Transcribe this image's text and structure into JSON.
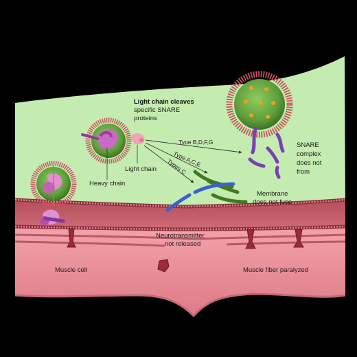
{
  "labels": {
    "title_line1": "Light chain cleaves",
    "title_line2": "specific SNARE",
    "title_line3": "proteins",
    "heavy_chain": "Heavy chain",
    "light_chain": "Light chain",
    "type_bdfg": "Type B,D,F,G",
    "type_ace": "Type A,C,E",
    "types_c": "Types C",
    "snare_line1": "SNARE",
    "snare_line2": "complex",
    "snare_line3": "does not",
    "snare_line4": "from",
    "membrane_line1": "Membrane",
    "membrane_line2": "does not fuse",
    "neuro_line1": "Neurotransmitter",
    "neuro_line2": "not released",
    "muscle_cell": "Muscle cell",
    "muscle_paralyzed": "Muscle fiber paralyzed"
  },
  "colors": {
    "background": "#000000",
    "neuron_green": "#c4ecb0",
    "membrane_red": "#a8424e",
    "muscle_pink": "#e98a94",
    "vesicle_green": "#5f9e3c",
    "toxin_pink": "#d36cbf",
    "snare_purple": "#7b3fb5",
    "snare_blue": "#3d5fd1",
    "snare_green": "#3f7a22",
    "neurotransmitter_orange": "#f0a020"
  }
}
